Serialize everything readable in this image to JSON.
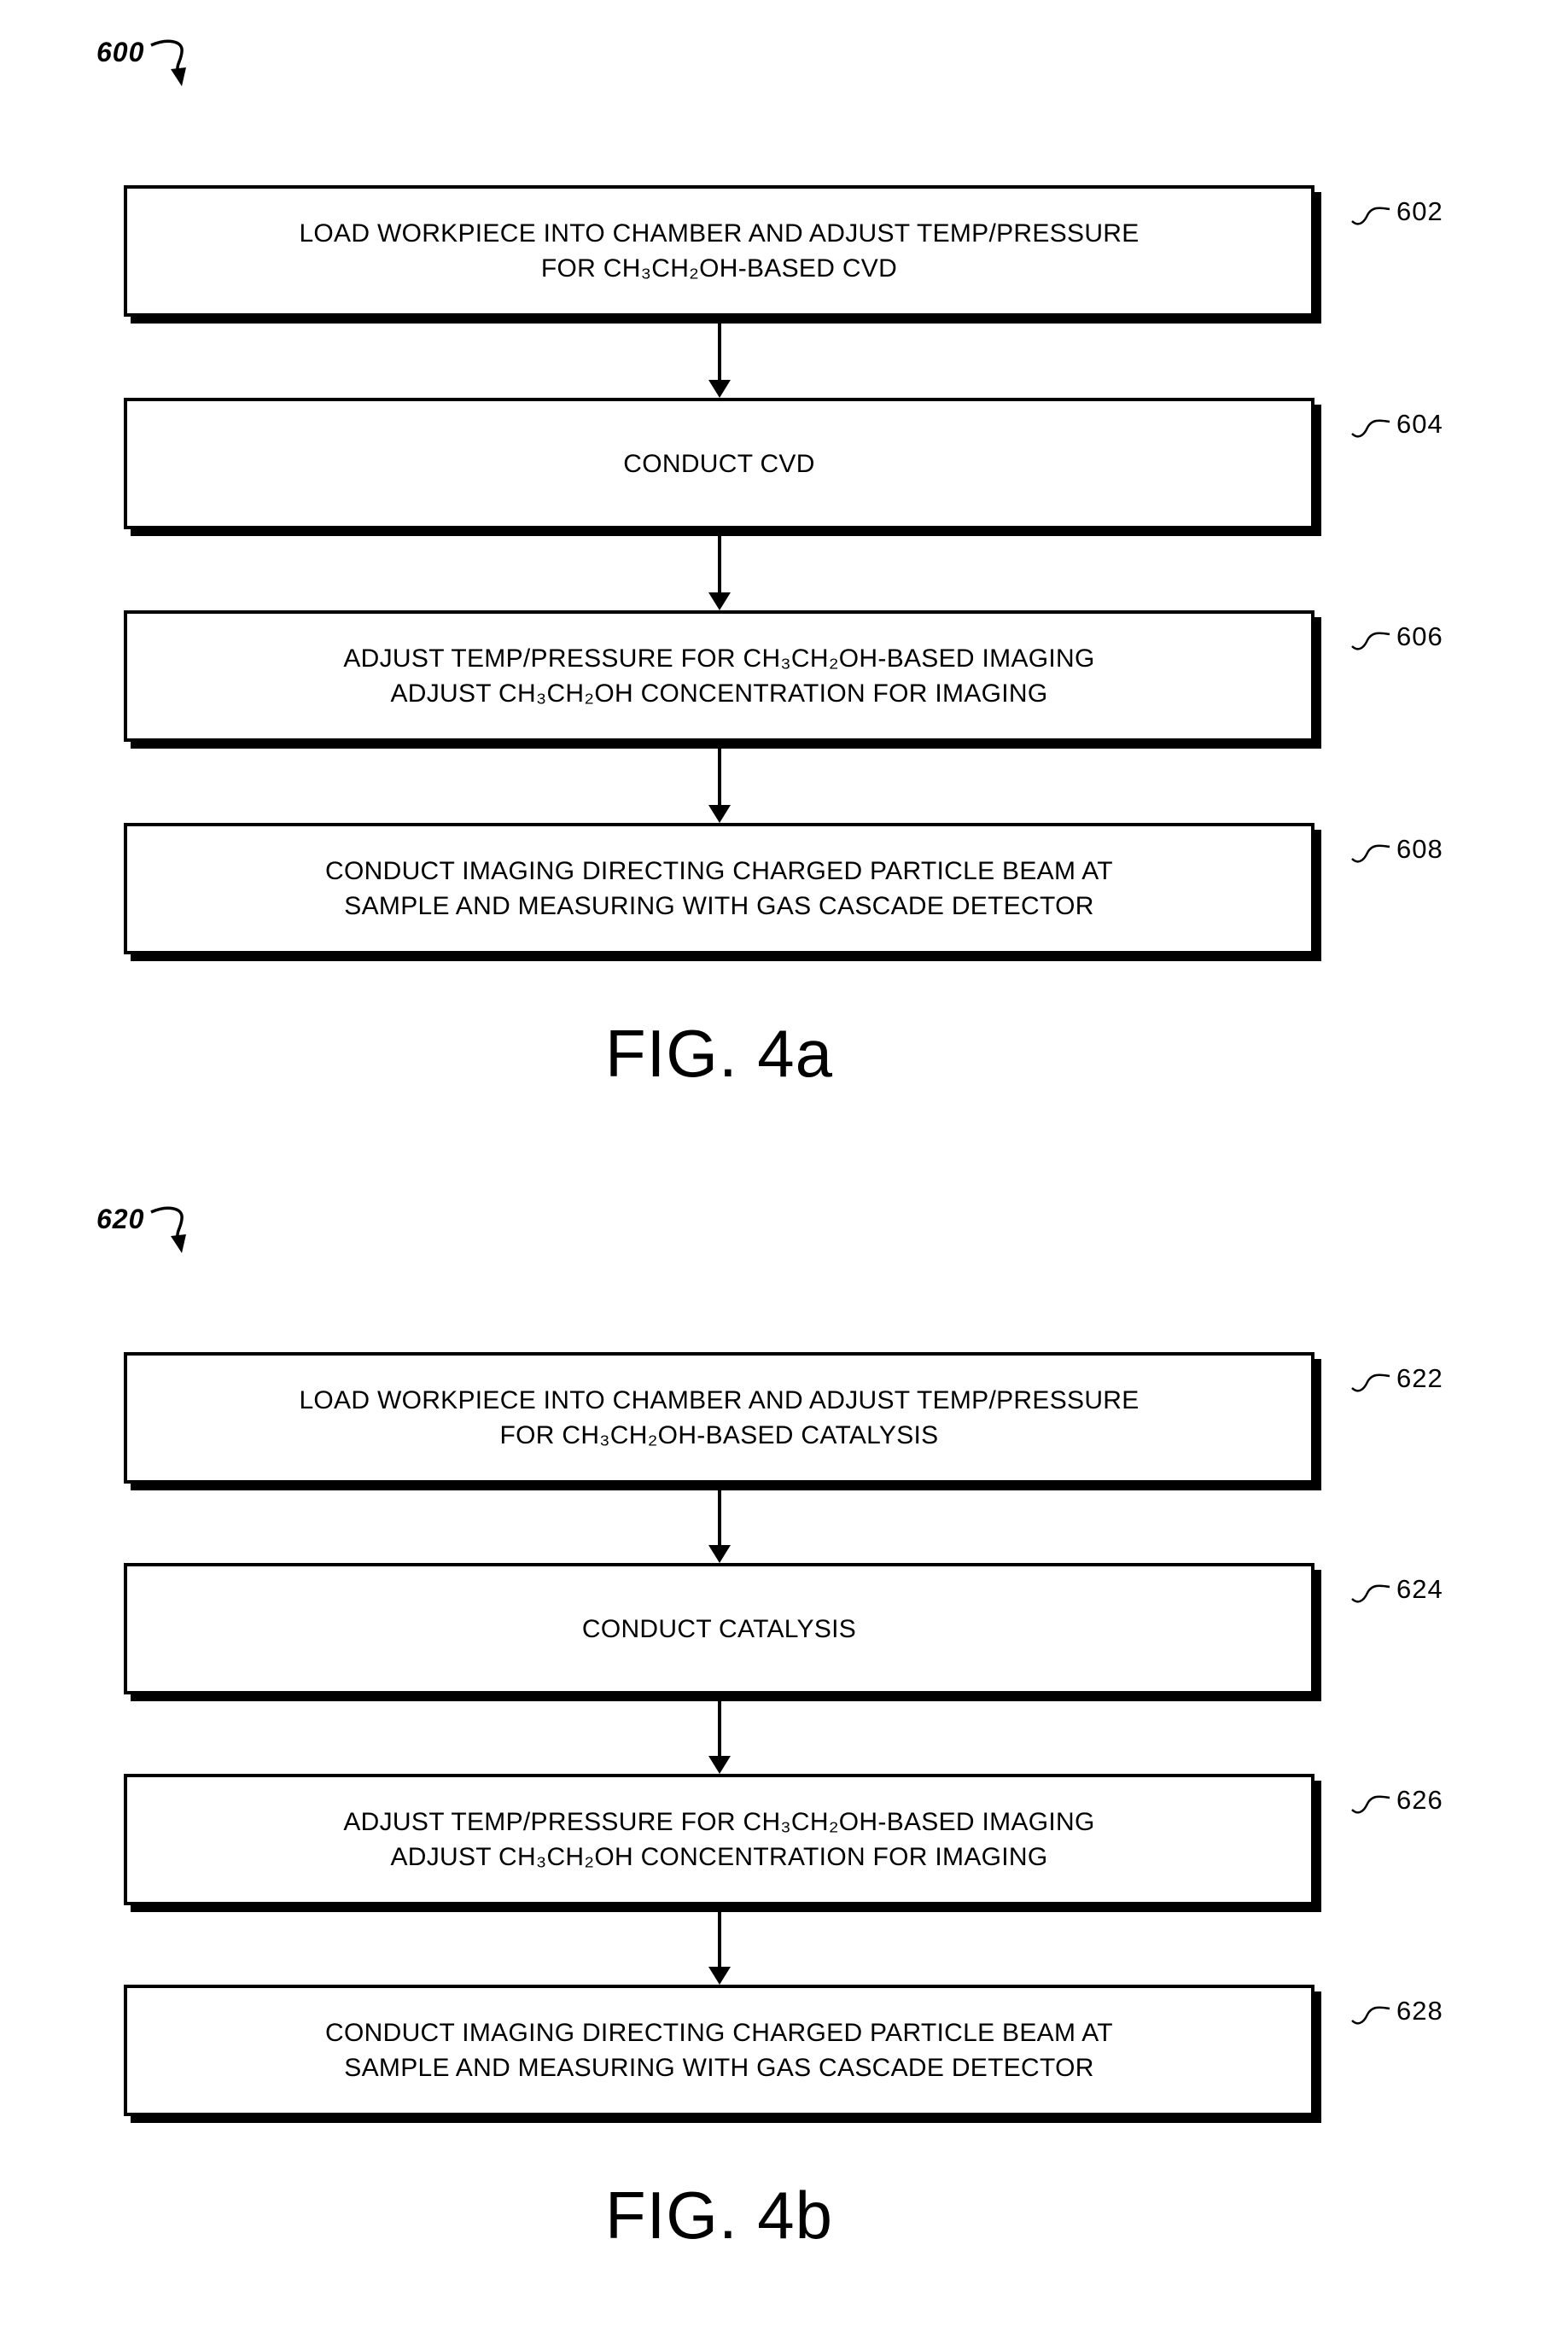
{
  "page": {
    "background": "#ffffff",
    "ink": "#000000"
  },
  "figures": [
    {
      "id_label": "600",
      "caption": "FIG. 4a",
      "steps": [
        {
          "ref": "602",
          "line1": "LOAD WORKPIECE INTO CHAMBER AND ADJUST TEMP/PRESSURE",
          "line2": "FOR CH₃CH₂OH-BASED CVD"
        },
        {
          "ref": "604",
          "line1": "CONDUCT CVD"
        },
        {
          "ref": "606",
          "line1": "ADJUST TEMP/PRESSURE FOR CH₃CH₂OH-BASED IMAGING",
          "line2": "ADJUST CH₃CH₂OH CONCENTRATION FOR IMAGING"
        },
        {
          "ref": "608",
          "line1": "CONDUCT IMAGING DIRECTING CHARGED PARTICLE BEAM AT",
          "line2": "SAMPLE AND MEASURING WITH GAS CASCADE DETECTOR"
        }
      ]
    },
    {
      "id_label": "620",
      "caption": "FIG. 4b",
      "steps": [
        {
          "ref": "622",
          "line1": "LOAD WORKPIECE INTO CHAMBER AND ADJUST TEMP/PRESSURE",
          "line2": "FOR CH₃CH₂OH-BASED CATALYSIS"
        },
        {
          "ref": "624",
          "line1": "CONDUCT CATALYSIS"
        },
        {
          "ref": "626",
          "line1": "ADJUST TEMP/PRESSURE FOR CH₃CH₂OH-BASED IMAGING",
          "line2": "ADJUST CH₃CH₂OH CONCENTRATION FOR IMAGING"
        },
        {
          "ref": "628",
          "line1": "CONDUCT IMAGING DIRECTING CHARGED PARTICLE BEAM AT",
          "line2": "SAMPLE AND MEASURING WITH GAS CASCADE DETECTOR"
        }
      ]
    }
  ]
}
